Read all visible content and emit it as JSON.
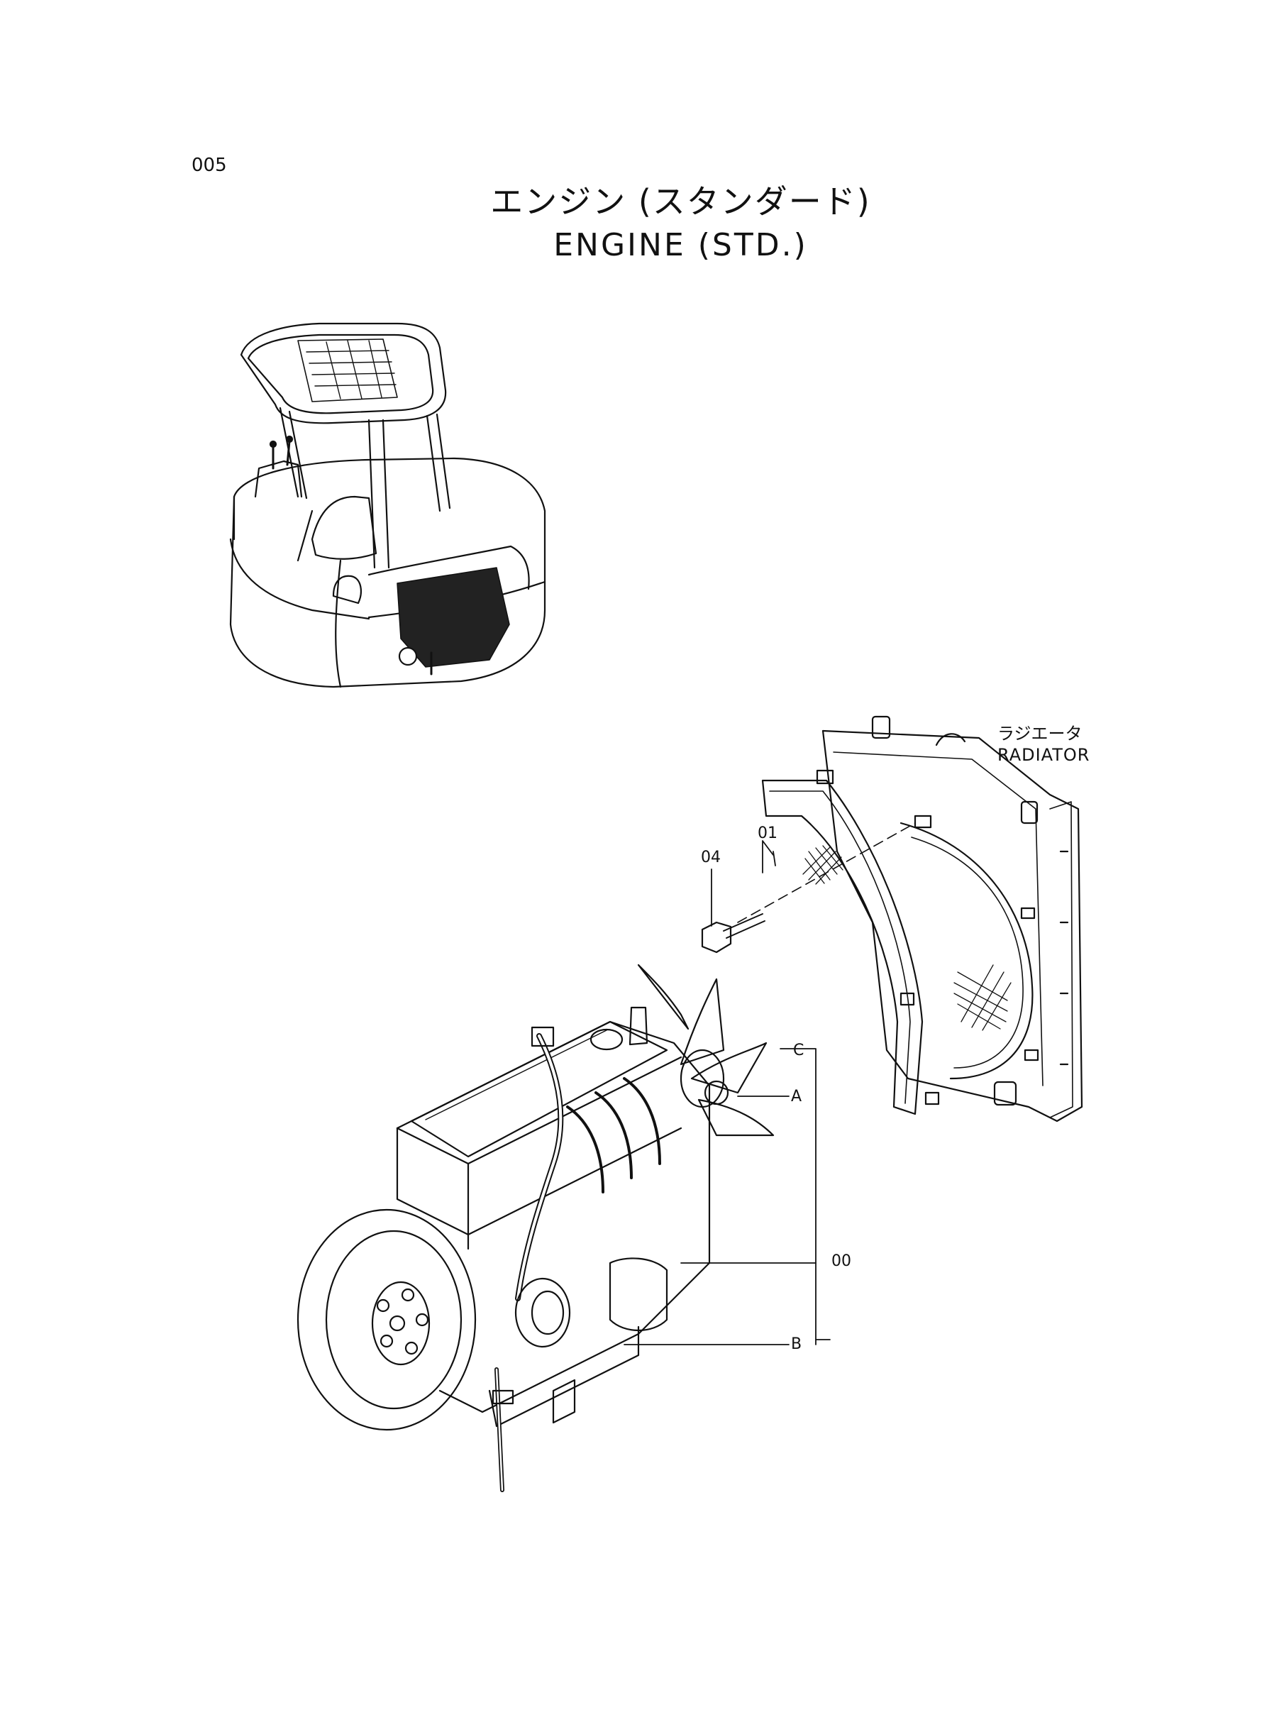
{
  "page": {
    "number": "005",
    "title_jp": "エンジン (スタンダード)",
    "title_en": "ENGINE  (STD.)"
  },
  "callouts": {
    "radiator_jp": "ラジエータ",
    "radiator_en": "RADIATOR",
    "part_01": "01",
    "part_04": "04",
    "part_00": "00",
    "ref_a": "A",
    "ref_b": "B",
    "ref_c": "C"
  }
}
